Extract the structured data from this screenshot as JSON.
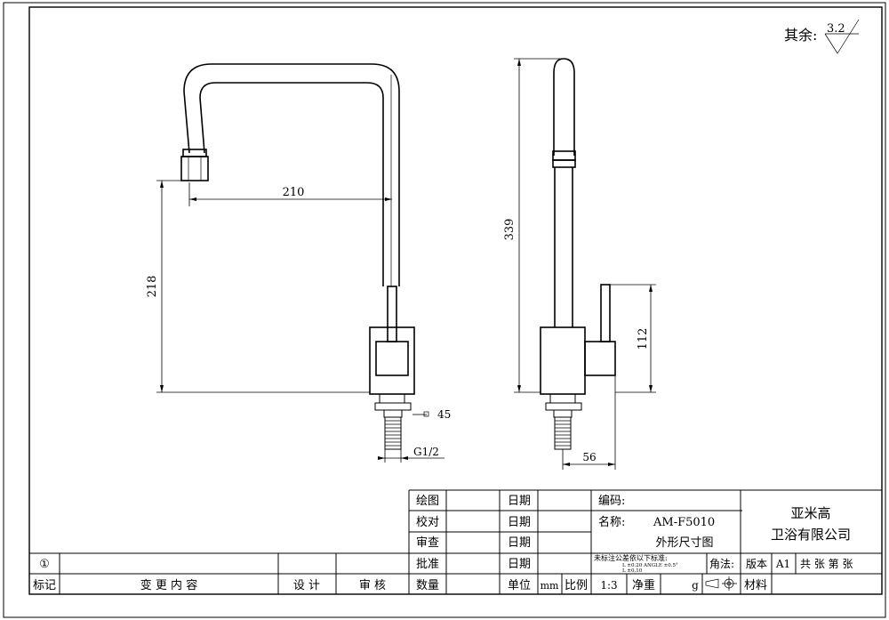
{
  "roughness": {
    "label": "其余:",
    "value": "3.2"
  },
  "dimensions": {
    "front_reach": "210",
    "front_height": "218",
    "hex_size": "45",
    "thread": "G1/2",
    "side_height": "339",
    "handle_height": "112",
    "side_depth": "56"
  },
  "title_block": {
    "row1": {
      "drawn": "绘图",
      "date": "日期",
      "code": "编码:"
    },
    "row2": {
      "checked": "校对",
      "date": "日期",
      "name_label": "名称:",
      "model": "AM-F5010"
    },
    "row3": {
      "review": "审查",
      "date": "日期",
      "drawing_name": "外形尺寸图"
    },
    "row4": {
      "approve": "批准",
      "date": "日期",
      "tolerance": "未标注公差依以下标准:",
      "tol_line1": "L      ±0.20  ANGLE  ±0.5°",
      "tol_line2": "L      ±0.10",
      "angle_method": "角法:",
      "version_label": "版本",
      "version": "A1",
      "sheets": "共   张  第   张"
    },
    "row5": {
      "unit_label": "单位",
      "unit": "mm",
      "scale_label": "比例",
      "scale": "1:3",
      "net_weight": "净重",
      "weight_unit": "g",
      "material": "材料",
      "qty": "数量"
    },
    "company_line1": "亚米高",
    "company_line2": "卫浴有限公司"
  },
  "revision_block": {
    "number": "①",
    "mark": "标记",
    "content": "变  更  内  容",
    "design": "设  计",
    "audit": "审  核"
  }
}
